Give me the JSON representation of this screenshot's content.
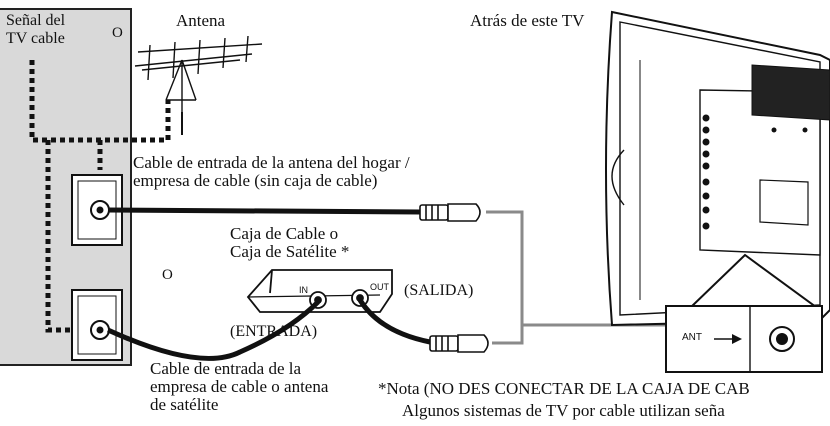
{
  "labels": {
    "cable_signal": "Señal del\nTV cable",
    "or_top": "O",
    "antenna": "Antena",
    "behind_tv": "Atrás de este TV",
    "home_antenna_cable": "Cable de entrada de la antena del hogar /\nempresa de cable (sin caja de cable)",
    "cable_box": "Caja de Cable o\nCaja de Satélite *",
    "or_middle": "O",
    "output": "(SALIDA)",
    "input": "(ENTRADA)",
    "provider_cable": "Cable de entrada de la\nempresa de cable o antena\nde satélite",
    "note_line1": "*Nota (NO DES CONECTAR DE LA CAJA DE CAB",
    "note_line2": "Algunos sistemas de TV por cable utilizan seña",
    "box_in": "IN",
    "box_out": "OUT",
    "ant": "ANT"
  }
}
